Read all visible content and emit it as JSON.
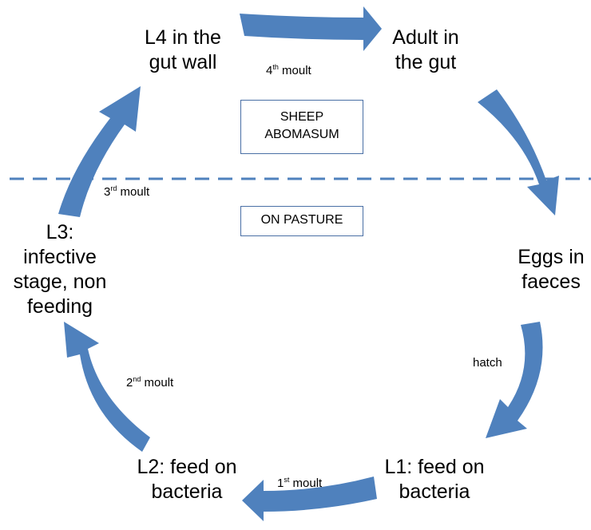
{
  "colors": {
    "arrow": "#4f81bd",
    "divider": "#4f81bd",
    "box_border": "#4a6fa5",
    "text": "#000000"
  },
  "nodes": {
    "l4": [
      "L4 in the",
      "gut  wall"
    ],
    "adult": [
      "Adult in",
      "the gut"
    ],
    "eggs": [
      "Eggs in",
      "faeces"
    ],
    "l1": [
      "L1: feed on",
      "bacteria"
    ],
    "l2": [
      "L2: feed on",
      "bacteria"
    ],
    "l3": [
      "L3:",
      "infective",
      "stage, non",
      "feeding"
    ]
  },
  "moults": {
    "fourth": {
      "num": "4",
      "suffix": "th",
      "label": "moult"
    },
    "third": {
      "num": "3",
      "suffix": "rd",
      "label": "moult"
    },
    "second": {
      "num": "2",
      "suffix": "nd",
      "label": "moult"
    },
    "first": {
      "num": "1",
      "suffix": "st",
      "label": "moult"
    },
    "hatch": "hatch"
  },
  "boxes": {
    "sheep": [
      "SHEEP",
      "ABOMASUM"
    ],
    "pasture": [
      "ON PASTURE"
    ]
  }
}
